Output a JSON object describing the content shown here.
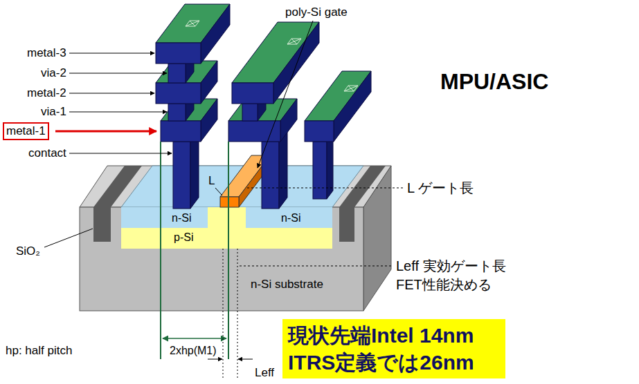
{
  "diagram": {
    "nodes": [
      {
        "text": [
          "metal-1"
        ]
      },
      {
        "text": [
          "現状先端Intel 14nm ITRS定義では26nm"
        ]
      }
    ],
    "labels": [
      "poly-Si gate",
      "MPU/ASIC",
      "metal-3",
      "via-2",
      "metal-2",
      "via-1",
      "contact",
      "L",
      "L ゲート長",
      "n-Si",
      "n-Si",
      "p-Si",
      "SiO₂",
      "Leff 実効ゲート長",
      "FET性能決める",
      "n-Si substrate",
      "hp: half pitch",
      "2xhp(M1)",
      "Leff"
    ]
  }
}
